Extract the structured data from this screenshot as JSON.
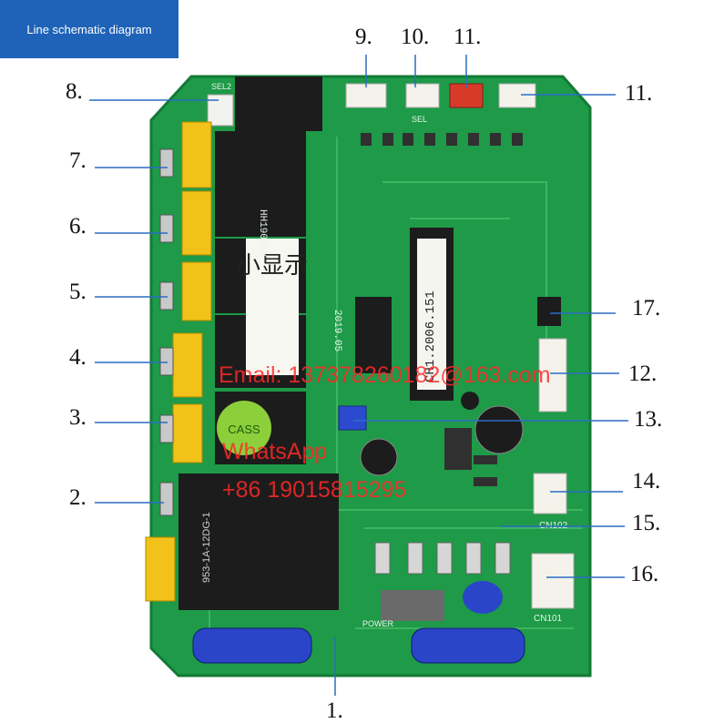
{
  "banner": {
    "title": "Line schematic diagram"
  },
  "callouts": {
    "c1": "1.",
    "c2": "2.",
    "c3": "3.",
    "c4": "4.",
    "c5": "5.",
    "c6": "6.",
    "c7": "7.",
    "c8": "8.",
    "c9": "9.",
    "c10": "10.",
    "c11a": "11.",
    "c11b": "11.",
    "c12": "12.",
    "c13": "13.",
    "c14": "14.",
    "c15": "15.",
    "c16": "16.",
    "c17": "17."
  },
  "watermark": {
    "email": "Email: 13737826018​2@163.com",
    "whatsapp": "WhatsApp",
    "phone": "+86 19015815295"
  },
  "board_markings": {
    "chip": "CH1.2006.151",
    "model": "HH1908.X",
    "date": "2019.05",
    "display": "小显示",
    "relay_model": "953-1A-12DG-1",
    "cert": "CASS",
    "cn101": "CN101",
    "cn102": "CN102",
    "power": "POWER",
    "sel": "SEL2",
    "sel1": "SEL"
  },
  "colors": {
    "board": "#1e9a48",
    "board_dark": "#137a36",
    "connector_yellow": "#f2c21a",
    "relay_black": "#1c1c1c",
    "cap_blue": "#2a45c8",
    "watermark_red": "#ff2828"
  }
}
